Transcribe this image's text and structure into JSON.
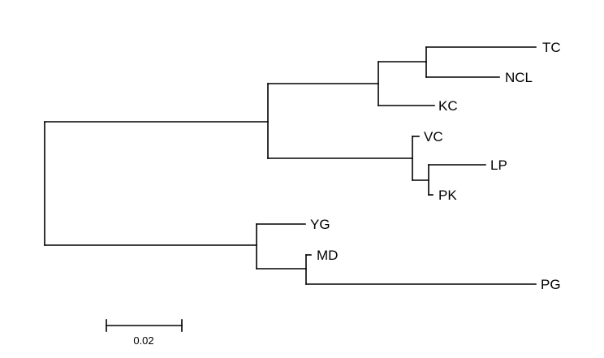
{
  "tree": {
    "leaves": [
      {
        "id": "tc",
        "label": "TC"
      },
      {
        "id": "ncl",
        "label": "NCL"
      },
      {
        "id": "kc",
        "label": "KC"
      },
      {
        "id": "vc",
        "label": "VC"
      },
      {
        "id": "lp",
        "label": "LP"
      },
      {
        "id": "pk",
        "label": "PK"
      },
      {
        "id": "yg",
        "label": "YG"
      },
      {
        "id": "md",
        "label": "MD"
      },
      {
        "id": "pg",
        "label": "PG"
      }
    ],
    "scale_bar": {
      "label": "0.02",
      "value": 0.02
    }
  }
}
